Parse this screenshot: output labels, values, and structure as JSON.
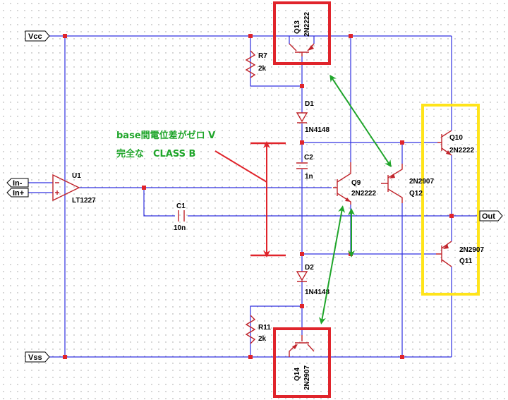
{
  "ports": {
    "vcc": "Vcc",
    "vss": "Vss",
    "in_minus": "In-",
    "in_plus": "In+",
    "out": "Out"
  },
  "components": {
    "q13": {
      "ref": "Q13",
      "model": "2N2222"
    },
    "r7": {
      "ref": "R7",
      "value": "2k"
    },
    "d1": {
      "ref": "D1",
      "model": "1N4148"
    },
    "c2": {
      "ref": "C2",
      "value": "1n"
    },
    "q10": {
      "ref": "Q10",
      "model": "2N2222"
    },
    "u1": {
      "ref": "U1",
      "model": "LT1227"
    },
    "q9": {
      "ref": "Q9",
      "model": "2N2222"
    },
    "q12": {
      "ref": "Q12",
      "model": "2N2907"
    },
    "c1": {
      "ref": "C1",
      "value": "10n"
    },
    "q11": {
      "ref": "Q11",
      "model": "2N2907"
    },
    "d2": {
      "ref": "D2",
      "model": "1N4148"
    },
    "r11": {
      "ref": "R11",
      "value": "2k"
    },
    "q14": {
      "ref": "Q14",
      "model": "2N2907"
    }
  },
  "annotation": {
    "line1": "base間電位差がゼロ V",
    "line2": "完全な　CLASS B"
  },
  "colors": {
    "wire": "#3030e0",
    "part": "#c0242b",
    "junction": "#e0242b",
    "highlight_red": "#e0242b",
    "highlight_yellow": "#ffe41a",
    "annotation": "#1fa52a",
    "grid": "#9a9a9a"
  }
}
